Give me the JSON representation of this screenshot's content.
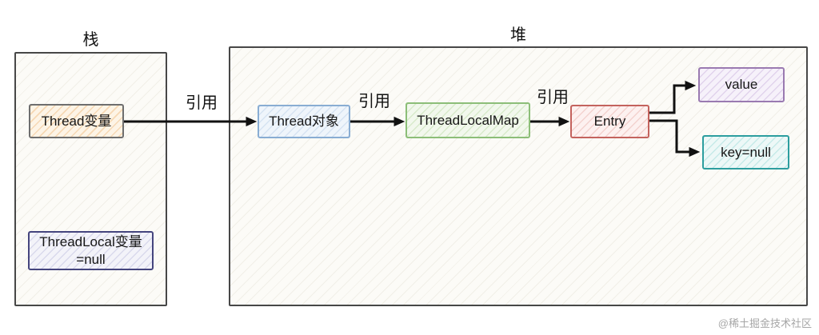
{
  "regions": {
    "stack": {
      "label": "栈"
    },
    "heap": {
      "label": "堆"
    }
  },
  "nodes": {
    "thread_var": {
      "label": "Thread变量",
      "border_color": "#6e6e6e",
      "fill_color": "#fdf4e6"
    },
    "threadlocal_var": {
      "line1": "ThreadLocal变量",
      "line2": "=null",
      "border_color": "#45457e",
      "fill_color": "#f3f3f9"
    },
    "thread_obj": {
      "label": "Thread对象",
      "border_color": "#89add3",
      "fill_color": "#eff5fb"
    },
    "threadlocal_map": {
      "label": "ThreadLocalMap",
      "border_color": "#8cbe78",
      "fill_color": "#f2f8ed"
    },
    "entry": {
      "label": "Entry",
      "border_color": "#c4635e",
      "fill_color": "#fdf1f0"
    },
    "value": {
      "label": "value",
      "border_color": "#9a7ab1",
      "fill_color": "#f6f1fa"
    },
    "key_null": {
      "label": "key=null",
      "border_color": "#2d9e9f",
      "fill_color": "#edf8f7"
    }
  },
  "edges": {
    "ref1": {
      "label": "引用",
      "from": "thread_var",
      "to": "thread_obj"
    },
    "ref2": {
      "label": "引用",
      "from": "thread_obj",
      "to": "threadlocal_map"
    },
    "ref3": {
      "label": "引用",
      "from": "threadlocal_map",
      "to": "entry"
    },
    "entry_to_value": {
      "from": "entry",
      "to": "value"
    },
    "entry_to_key": {
      "from": "entry",
      "to": "key_null"
    }
  },
  "arrow_color": "#111111",
  "region_border_color": "#474747",
  "watermark": "@稀土掘金技术社区"
}
